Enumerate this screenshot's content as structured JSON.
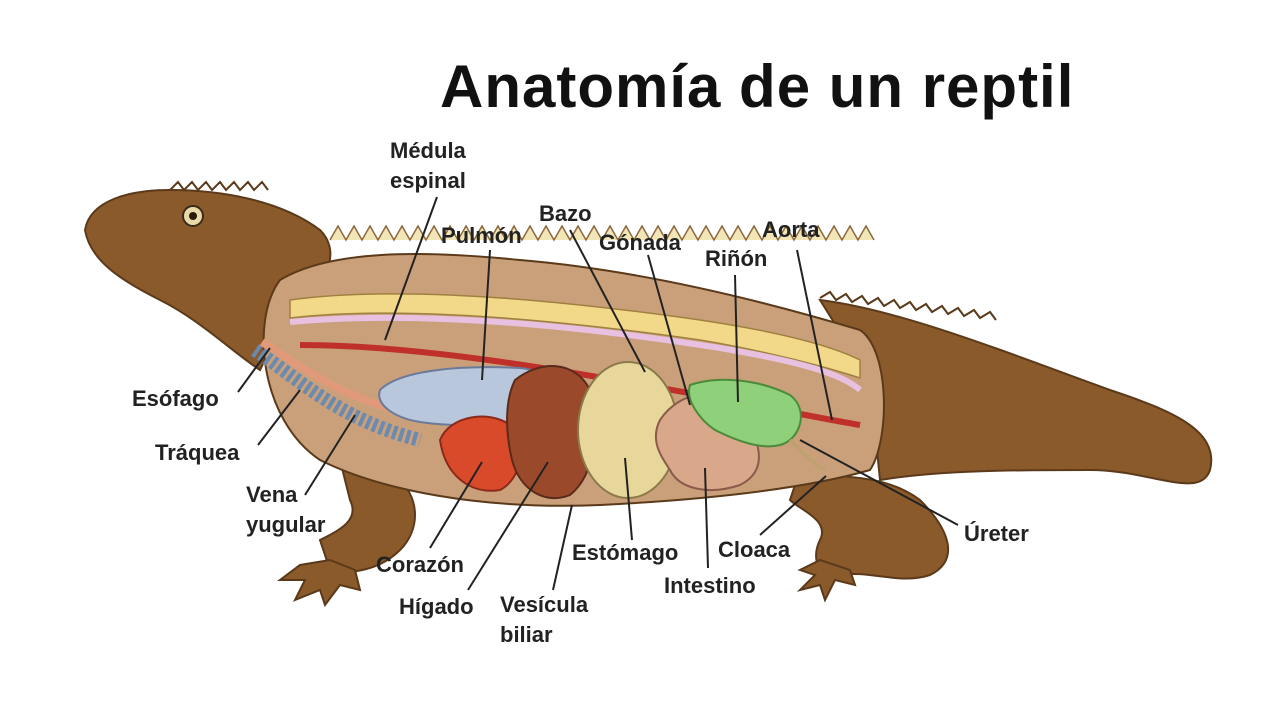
{
  "title": "Anatomía de un reptil",
  "labels": {
    "medula": "Médula\nespinal",
    "pulmon": "Pulmón",
    "bazo": "Bazo",
    "gonada": "Gónada",
    "aorta": "Aorta",
    "rinon": "Riñón",
    "esofago": "Esófago",
    "traquea": "Tráquea",
    "vena": "Vena\nyugular",
    "corazon": "Corazón",
    "higado": "Hígado",
    "vesicula": "Vesícula\nbiliar",
    "estomago": "Estómago",
    "intestino": "Intestino",
    "cloaca": "Cloaca",
    "ureter": "Úreter"
  },
  "colors": {
    "skin": "#8b5a2b",
    "skin_light": "#b07a3a",
    "body_cavity": "#c9a07a",
    "spine": "#f2d98a",
    "cord": "#e8c0e0",
    "lung": "#b9c7dc",
    "heart": "#d94a2a",
    "liver": "#9a4a2a",
    "stomach": "#e8d79a",
    "kidney": "#8fd07a",
    "intestine": "#d9a88a"
  }
}
